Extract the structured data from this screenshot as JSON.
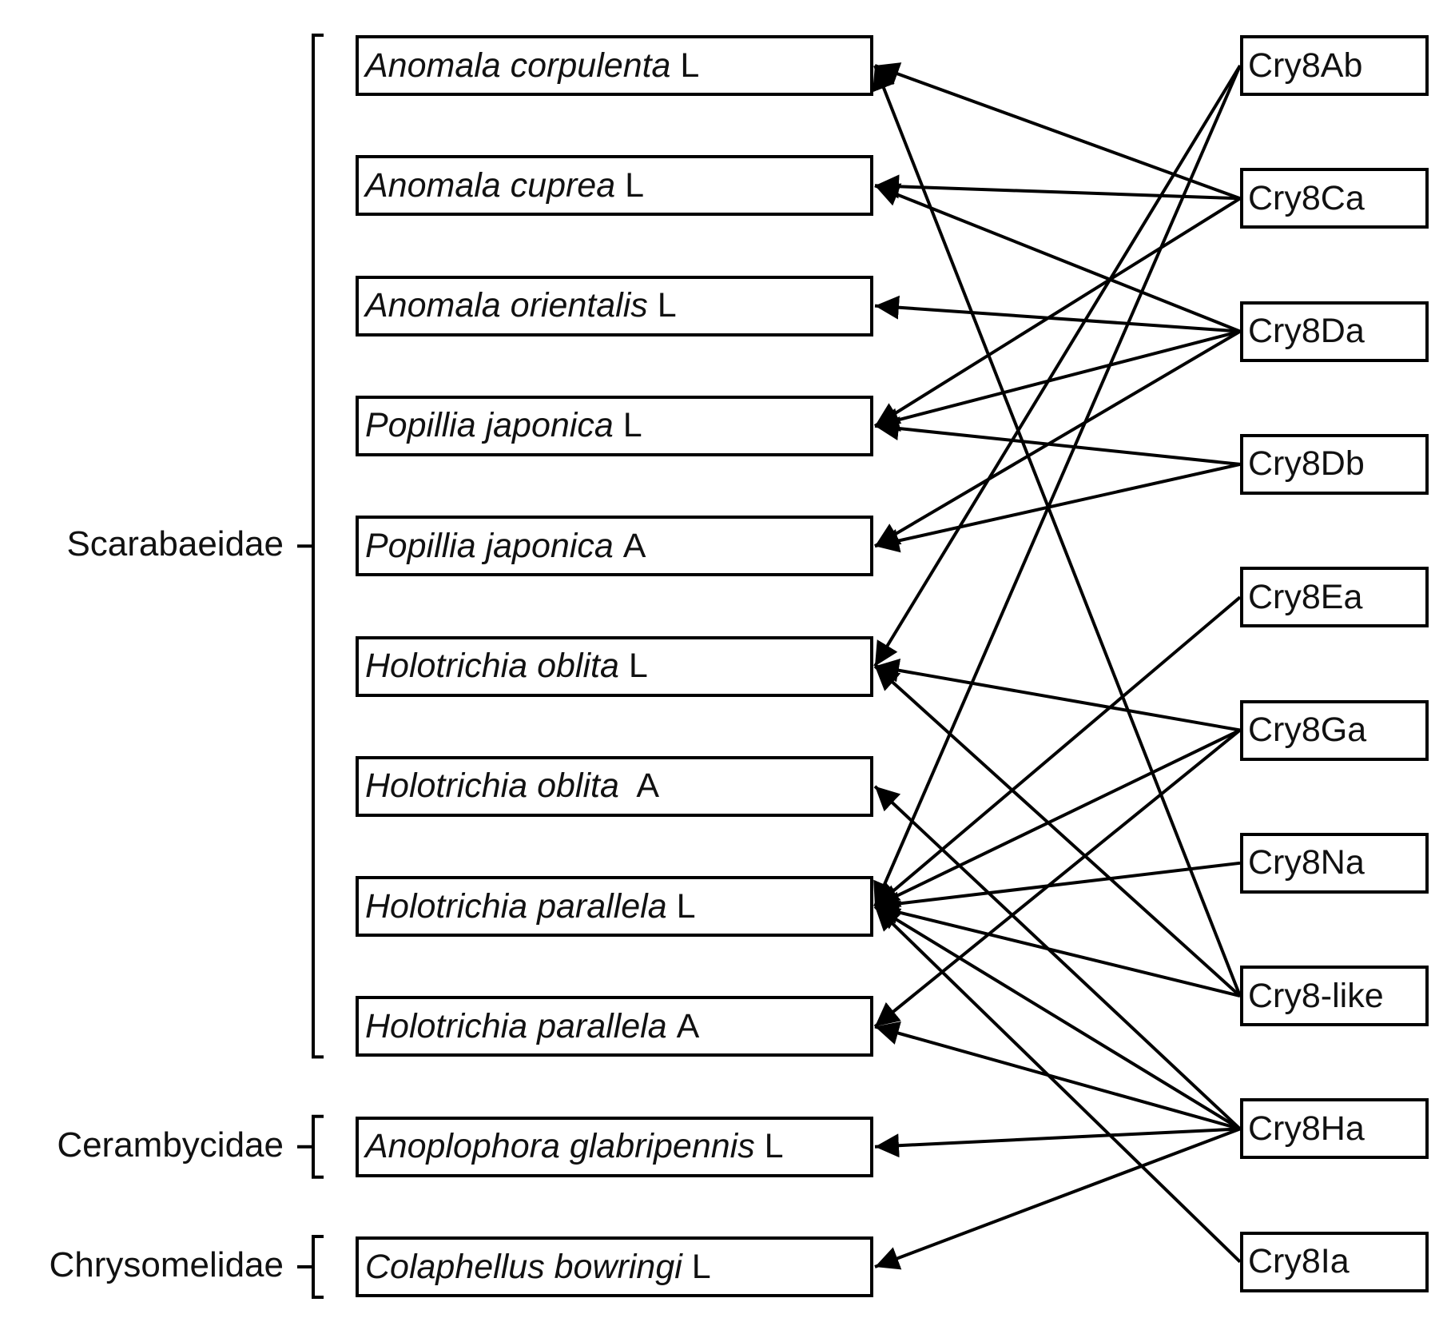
{
  "families": [
    {
      "id": "scarabaeidae",
      "label": "Scarabaeidae",
      "from": 0,
      "to": 8
    },
    {
      "id": "cerambycidae",
      "label": "Cerambycidae",
      "from": 9,
      "to": 9
    },
    {
      "id": "chrysomelidae",
      "label": "Chrysomelidae",
      "from": 10,
      "to": 10
    }
  ],
  "insects": [
    {
      "species": "Anomala corpulenta",
      "stage": "L"
    },
    {
      "species": "Anomala cuprea",
      "stage": "L"
    },
    {
      "species": "Anomala orientalis",
      "stage": "L"
    },
    {
      "species": "Popillia japonica",
      "stage": "L"
    },
    {
      "species": "Popillia japonica",
      "stage": "A"
    },
    {
      "species": "Holotrichia oblita",
      "stage": "L"
    },
    {
      "species": "Holotrichia oblita",
      "stage": " A"
    },
    {
      "species": "Holotrichia parallela",
      "stage": "L"
    },
    {
      "species": "Holotrichia parallela",
      "stage": "A"
    },
    {
      "species": "Anoplophora glabripennis",
      "stage": "L"
    },
    {
      "species": "Colaphellus bowringi",
      "stage": "L"
    }
  ],
  "toxins": [
    "Cry8Ab",
    "Cry8Ca",
    "Cry8Da",
    "Cry8Db",
    "Cry8Ea",
    "Cry8Ga",
    "Cry8Na",
    "Cry8-like",
    "Cry8Ha",
    "Cry8Ia"
  ],
  "links": [
    {
      "toxin": "Cry8Ab",
      "insect": 5
    },
    {
      "toxin": "Cry8Ab",
      "insect": 7
    },
    {
      "toxin": "Cry8Ca",
      "insect": 0
    },
    {
      "toxin": "Cry8Ca",
      "insect": 1
    },
    {
      "toxin": "Cry8Ca",
      "insect": 3
    },
    {
      "toxin": "Cry8Da",
      "insect": 1
    },
    {
      "toxin": "Cry8Da",
      "insect": 2
    },
    {
      "toxin": "Cry8Da",
      "insect": 3
    },
    {
      "toxin": "Cry8Da",
      "insect": 4
    },
    {
      "toxin": "Cry8Db",
      "insect": 3
    },
    {
      "toxin": "Cry8Db",
      "insect": 4
    },
    {
      "toxin": "Cry8Ea",
      "insect": 7
    },
    {
      "toxin": "Cry8Ga",
      "insect": 5
    },
    {
      "toxin": "Cry8Ga",
      "insect": 7
    },
    {
      "toxin": "Cry8Ga",
      "insect": 8
    },
    {
      "toxin": "Cry8Na",
      "insect": 7
    },
    {
      "toxin": "Cry8-like",
      "insect": 0
    },
    {
      "toxin": "Cry8-like",
      "insect": 5
    },
    {
      "toxin": "Cry8-like",
      "insect": 7
    },
    {
      "toxin": "Cry8Ha",
      "insect": 6
    },
    {
      "toxin": "Cry8Ha",
      "insect": 7
    },
    {
      "toxin": "Cry8Ha",
      "insect": 8
    },
    {
      "toxin": "Cry8Ha",
      "insect": 9
    },
    {
      "toxin": "Cry8Ha",
      "insect": 10
    },
    {
      "toxin": "Cry8Ia",
      "insect": 7
    }
  ]
}
